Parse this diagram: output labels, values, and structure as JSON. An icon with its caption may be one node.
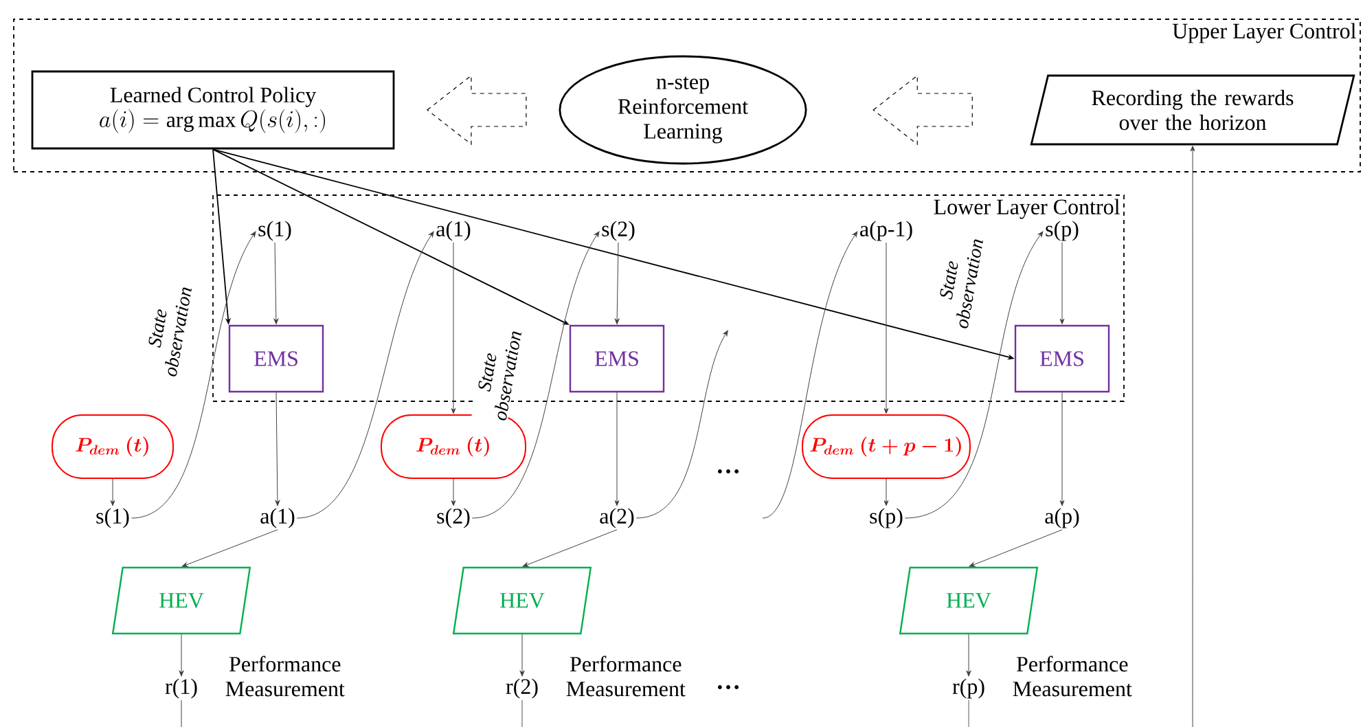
{
  "diagram": {
    "nodes": [
      {
        "text": [
          "Upper Layer Control"
        ]
      },
      {
        "text": [
          "Learned Control Policy",
          "a(i) = \\arg\\max Q(s(i),:)"
        ],
        "in": 0
      },
      {
        "text": [
          "n-step Reinforcement Learning"
        ],
        "in": 0
      },
      {
        "text": [
          "Recording the rewards over the horizon"
        ],
        "in": 0
      },
      {
        "text": [
          "Lower Layer Control"
        ]
      },
      {
        "text": [
          "s(1)"
        ],
        "in": 4
      },
      {
        "text": [
          "a(1)"
        ],
        "in": 4
      },
      {
        "text": [
          "s(2)"
        ],
        "in": 4
      },
      {
        "text": [
          "a(p-1)"
        ],
        "in": 4
      },
      {
        "text": [
          "s(p)"
        ],
        "in": 4
      },
      {
        "text": [
          "EMS"
        ],
        "in": 4
      },
      {
        "text": [
          "EMS"
        ],
        "in": 4
      },
      {
        "text": [
          "EMS"
        ],
        "in": 4
      },
      {
        "text": [
          "\\boldsymbol{P_{dem}\\ (t)}"
        ]
      },
      {
        "text": [
          "\\boldsymbol{P_{dem}\\ (t)}"
        ]
      },
      {
        "text": [
          "\\boldsymbol{P_{dem}\\ (t+p-1)}"
        ]
      },
      {
        "text": [
          "s(1)"
        ]
      },
      {
        "text": [
          "a(1)"
        ]
      },
      {
        "text": [
          "s(2)"
        ]
      },
      {
        "text": [
          "a(2)"
        ]
      },
      {
        "text": [
          "s(p)"
        ]
      },
      {
        "text": [
          "a(p)"
        ]
      },
      {
        "text": [
          "HEV"
        ]
      },
      {
        "text": [
          "HEV"
        ]
      },
      {
        "text": [
          "HEV"
        ]
      },
      {
        "text": [
          "r(1)"
        ],
        "beside": [
          "Performance Measurement"
        ]
      },
      {
        "text": [
          "r(2)"
        ],
        "beside": [
          "Performance Measurement"
        ]
      },
      {
        "text": [
          "r(p)"
        ],
        "beside": [
          "Performance Measurement"
        ]
      }
    ],
    "edges": [
      {
        "from": 2,
        "to": 1,
        "arrow": "to",
        "style": "dashed"
      },
      {
        "from": 3,
        "to": 2,
        "arrow": "to",
        "style": "dashed"
      },
      {
        "from": 1,
        "to": 10,
        "arrow": "to"
      },
      {
        "from": 1,
        "to": 11,
        "arrow": "to"
      },
      {
        "from": 1,
        "to": 12,
        "arrow": "to"
      },
      {
        "from": 5,
        "to": 10,
        "arrow": "to"
      },
      {
        "from": 7,
        "to": 11,
        "arrow": "to"
      },
      {
        "from": 9,
        "to": 12,
        "arrow": "to"
      },
      {
        "from": 10,
        "to": 17,
        "arrow": "to"
      },
      {
        "from": 11,
        "to": 19,
        "arrow": "to"
      },
      {
        "from": 12,
        "to": 21,
        "arrow": "to"
      },
      {
        "from": 6,
        "to": 14,
        "arrow": "to"
      },
      {
        "from": 8,
        "to": 15,
        "arrow": "to"
      },
      {
        "from": 13,
        "to": 16,
        "arrow": "to"
      },
      {
        "from": 14,
        "to": 18,
        "arrow": "to"
      },
      {
        "from": 15,
        "to": 20,
        "arrow": "to"
      },
      {
        "from": 16,
        "to": 5,
        "arrow": "to",
        "label": "State observation"
      },
      {
        "from": 17,
        "to": 6,
        "arrow": "to"
      },
      {
        "from": 18,
        "to": 7,
        "arrow": "to",
        "label": "State observation"
      },
      {
        "from": 19,
        "to": null,
        "arrow": "to"
      },
      {
        "from": null,
        "to": 8,
        "arrow": "to"
      },
      {
        "from": 20,
        "to": 9,
        "arrow": "to",
        "label": "State observation"
      },
      {
        "from": 17,
        "to": 22,
        "arrow": "to"
      },
      {
        "from": 19,
        "to": 23,
        "arrow": "to"
      },
      {
        "from": 21,
        "to": 24,
        "arrow": "to"
      },
      {
        "from": 22,
        "to": 25,
        "arrow": "to"
      },
      {
        "from": 23,
        "to": 26,
        "arrow": "to"
      },
      {
        "from": 24,
        "to": 27,
        "arrow": "to"
      },
      {
        "from": 25,
        "to": null,
        "arrow": "none"
      },
      {
        "from": 26,
        "to": null,
        "arrow": "none"
      },
      {
        "from": 27,
        "to": null,
        "arrow": "none"
      },
      {
        "from": null,
        "to": 3,
        "arrow": "to"
      }
    ],
    "labels": [
      "…",
      "…"
    ]
  }
}
